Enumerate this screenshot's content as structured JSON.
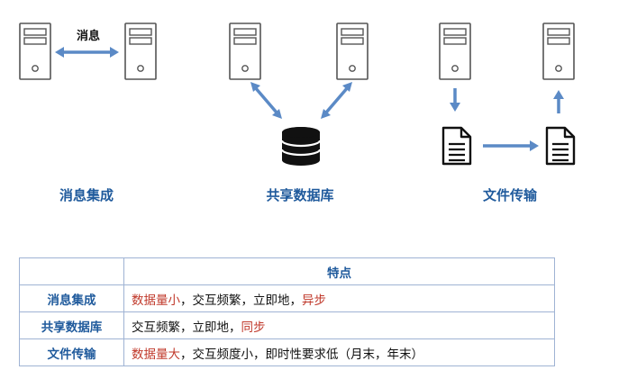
{
  "diagram": {
    "message_label": "消息",
    "captions": [
      "消息集成",
      "共享数据库",
      "文件传输"
    ]
  },
  "table": {
    "header": [
      "",
      "特点"
    ],
    "rows": [
      {
        "name": "消息集成",
        "parts": [
          {
            "text": "数据量小",
            "highlight": true
          },
          {
            "text": "，交互频繁，立即地，",
            "highlight": false
          },
          {
            "text": "异步",
            "highlight": true
          }
        ]
      },
      {
        "name": "共享数据库",
        "parts": [
          {
            "text": "交互频繁，立即地，",
            "highlight": false
          },
          {
            "text": "同步",
            "highlight": true
          }
        ]
      },
      {
        "name": "文件传输",
        "parts": [
          {
            "text": "数据量大",
            "highlight": true
          },
          {
            "text": "，交互频度小，即时性要求低（月末，年末）",
            "highlight": false
          }
        ]
      }
    ]
  },
  "colors": {
    "arrow": "#5b8ac6",
    "caption": "#1f5a9c",
    "highlight": "#c0392b"
  }
}
